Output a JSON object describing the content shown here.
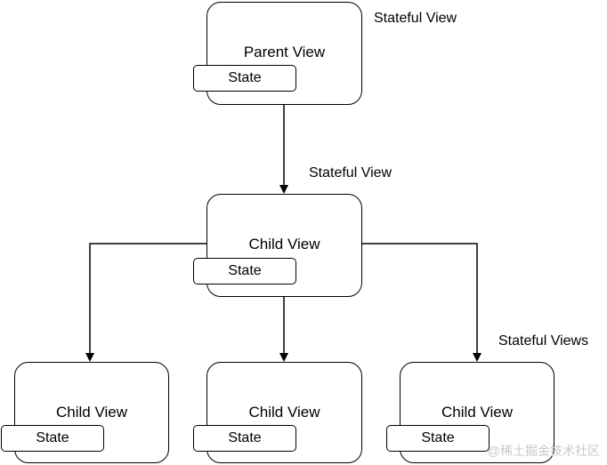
{
  "parent": {
    "title": "Parent View",
    "state": "State",
    "annotation": "Stateful View"
  },
  "middle": {
    "title": "Child View",
    "state": "State",
    "annotation": "Stateful View"
  },
  "children": [
    {
      "title": "Child View",
      "state": "State"
    },
    {
      "title": "Child View",
      "state": "State"
    },
    {
      "title": "Child View",
      "state": "State"
    }
  ],
  "children_annotation": "Stateful Views",
  "watermark": "@稀土掘金技术社区"
}
